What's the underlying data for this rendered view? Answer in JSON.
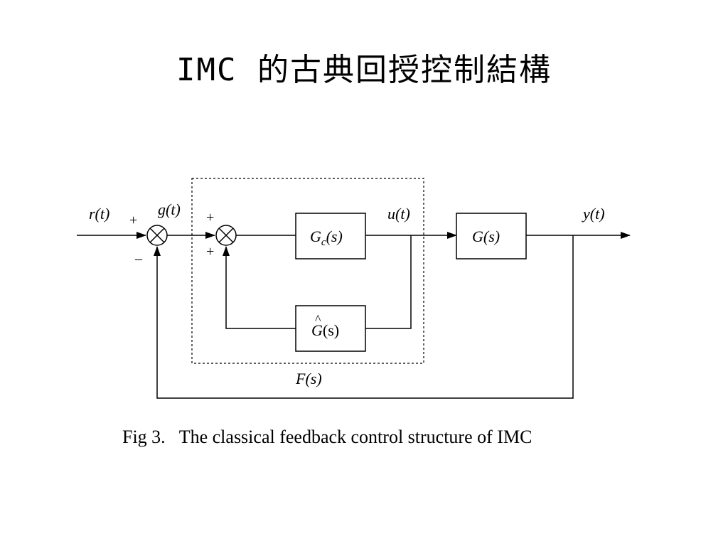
{
  "title": "IMC 的古典回授控制結構",
  "diagram": {
    "signals": {
      "r": "r(t)",
      "g": "g(t)",
      "u": "u(t)",
      "y": "y(t)"
    },
    "signs": {
      "outer_plus": "+",
      "outer_minus": "–",
      "inner_plus_top": "+",
      "inner_plus_bottom": "+"
    },
    "blocks": {
      "controller": {
        "label": "G",
        "sub": "c",
        "arg": "(s)"
      },
      "plant": "G(s)",
      "model": {
        "label": "G",
        "arg": "(s)"
      }
    },
    "inner_box_label": "F(s)"
  },
  "caption": "Fig 3.   The classical feedback control structure of IMC"
}
